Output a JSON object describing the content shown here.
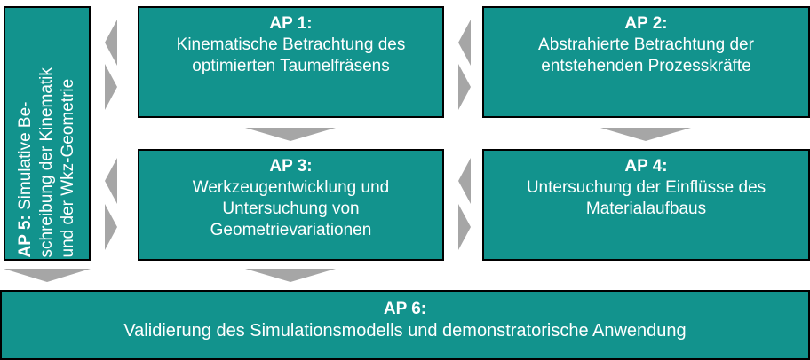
{
  "colors": {
    "box_fill": "#12938d",
    "box_border": "#000000",
    "text": "#ffffff",
    "arrow": "#a6a6a6"
  },
  "ap1": {
    "title": "AP 1:",
    "lines": [
      "Kinematische Betrachtung des",
      "optimierten Taumelfräsens"
    ]
  },
  "ap2": {
    "title": "AP 2:",
    "lines": [
      "Abstrahierte Betrachtung der",
      "entstehenden Prozesskräfte"
    ]
  },
  "ap3": {
    "title": "AP 3:",
    "lines": [
      "Werkzeugentwicklung und",
      "Untersuchung von",
      "Geometrievariationen"
    ]
  },
  "ap4": {
    "title": "AP 4:",
    "lines": [
      "Untersuchung der Einflüsse des",
      "Materialaufbaus"
    ]
  },
  "ap5": {
    "title": "AP 5:",
    "lines": [
      "Simulative Be-",
      "schreibung der Kinematik",
      "und der Wkz-Geometrie"
    ]
  },
  "ap6": {
    "title": "AP 6:",
    "lines": [
      "Validierung des Simulationsmodells und demonstratorische Anwendung"
    ]
  }
}
